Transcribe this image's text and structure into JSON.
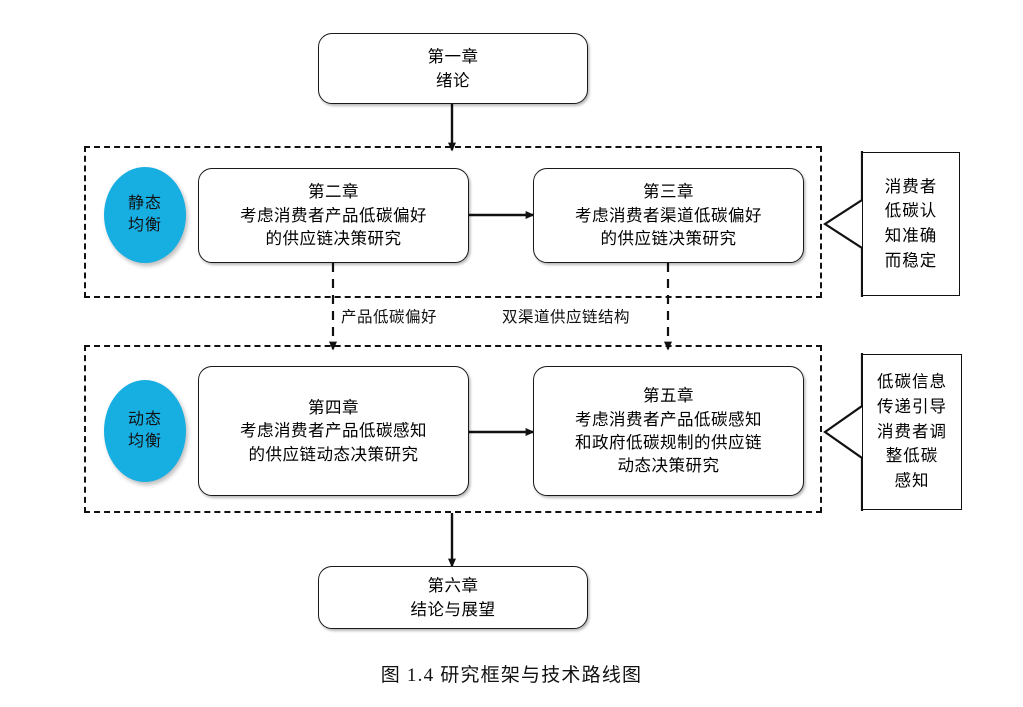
{
  "figure": {
    "caption": "图 1.4  研究框架与技术路线图"
  },
  "nodes": {
    "chapter1": {
      "title": "第一章",
      "line2": "绪论"
    },
    "chapter2": {
      "title": "第二章",
      "line2": "考虑消费者产品低碳偏好",
      "line3": "的供应链决策研究"
    },
    "chapter3": {
      "title": "第三章",
      "line2": "考虑消费者渠道低碳偏好",
      "line3": "的供应链决策研究"
    },
    "chapter4": {
      "title": "第四章",
      "line2": "考虑消费者产品低碳感知",
      "line3": "的供应链动态决策研究"
    },
    "chapter5": {
      "title": "第五章",
      "line2": "考虑消费者产品低碳感知",
      "line3": "和政府低碳规制的供应链",
      "line4": "动态决策研究"
    },
    "chapter6": {
      "title": "第六章",
      "line2": "结论与展望"
    }
  },
  "bubbles": {
    "static": {
      "line1": "静态",
      "line2": "均衡"
    },
    "dynamic": {
      "line1": "动态",
      "line2": "均衡"
    }
  },
  "notes": {
    "static_note": {
      "line1": "消费者",
      "line2": "低碳认",
      "line3": "知准确",
      "line4": "而稳定"
    },
    "dynamic_note": {
      "line1": "低碳信息",
      "line2": "传递引导",
      "line3": "消费者调",
      "line4": "整低碳",
      "line5": "感知"
    }
  },
  "edge_labels": {
    "left": "产品低碳偏好",
    "right": "双渠道供应链结构"
  },
  "colors": {
    "bubble_fill": "#17AEE2",
    "stroke": "#111111",
    "background": "#FFFFFF"
  }
}
